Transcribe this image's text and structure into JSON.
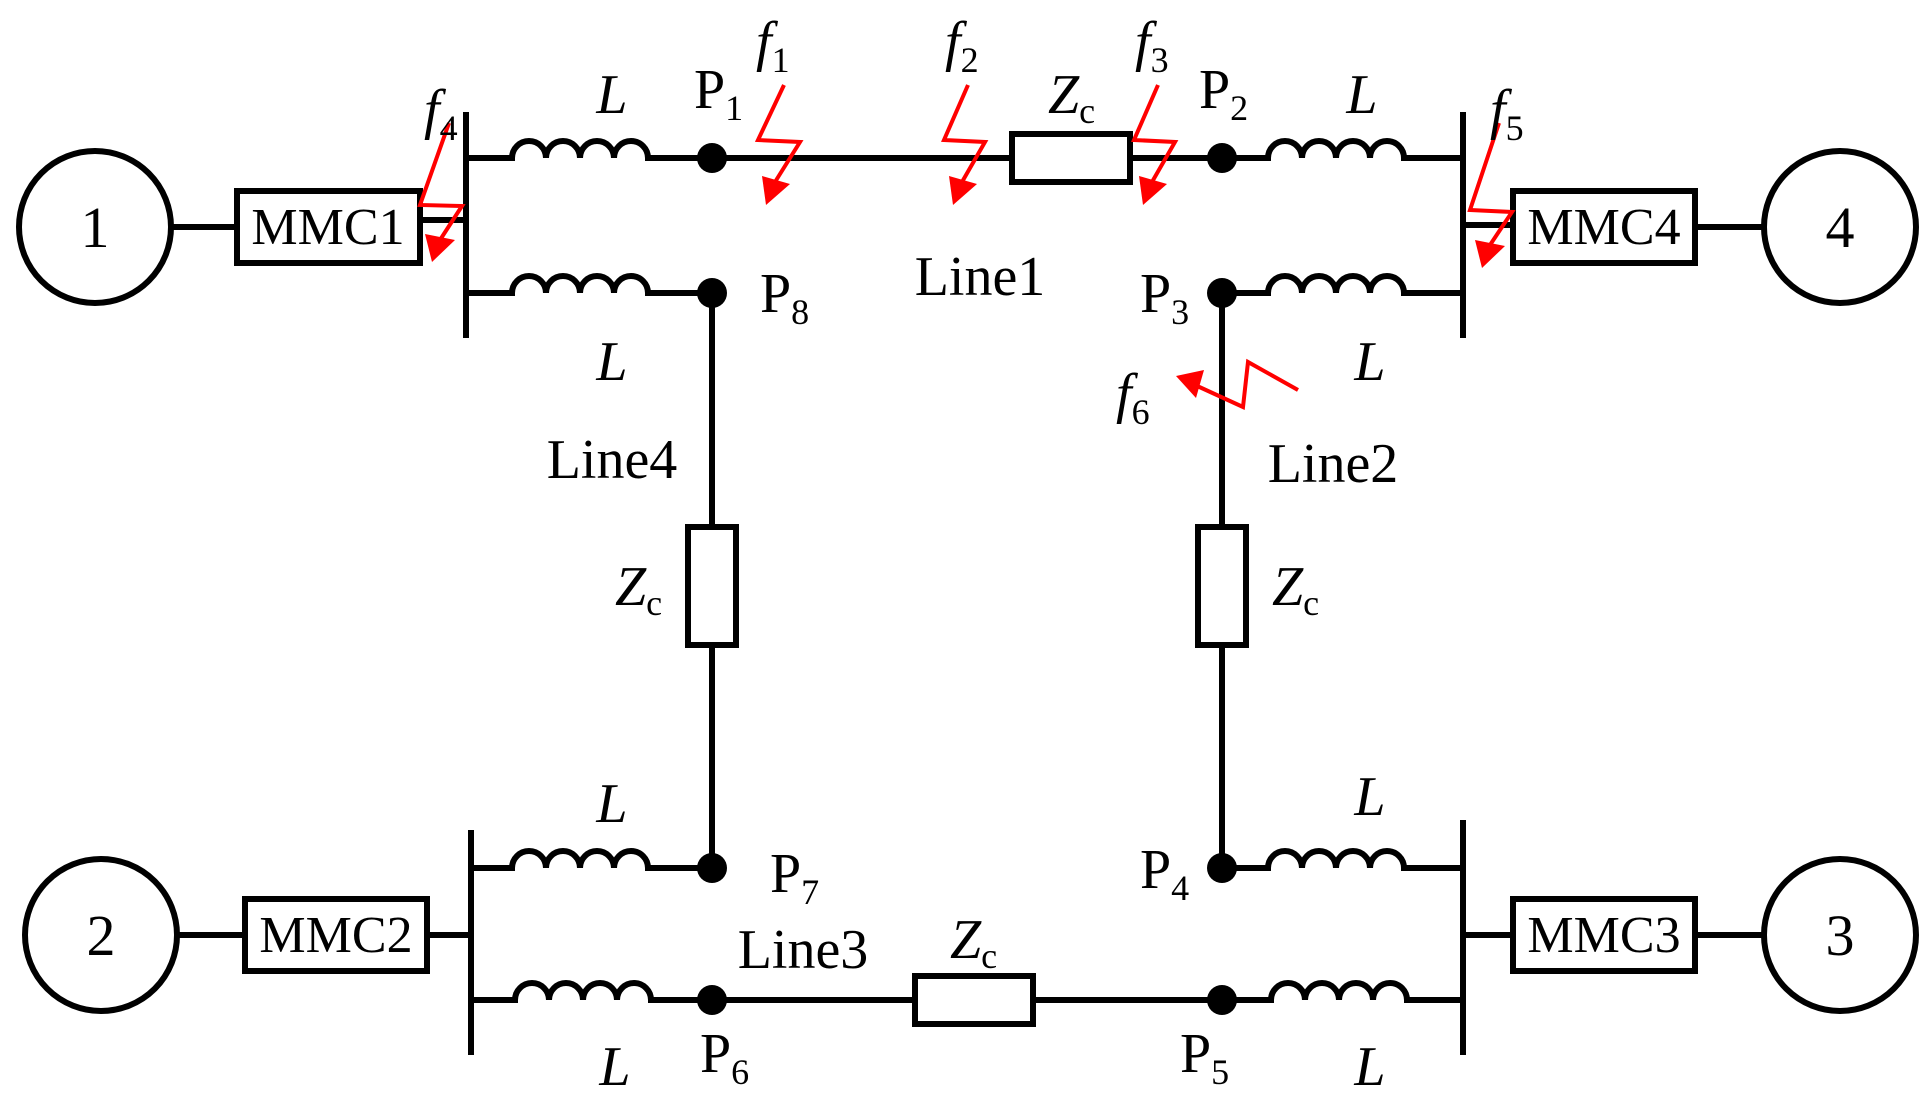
{
  "sources": [
    {
      "id": "source-1",
      "label": "1"
    },
    {
      "id": "source-2",
      "label": "2"
    },
    {
      "id": "source-3",
      "label": "3"
    },
    {
      "id": "source-4",
      "label": "4"
    }
  ],
  "converters": [
    {
      "id": "mmc1",
      "label": "MMC1"
    },
    {
      "id": "mmc2",
      "label": "MMC2"
    },
    {
      "id": "mmc3",
      "label": "MMC3"
    },
    {
      "id": "mmc4",
      "label": "MMC4"
    }
  ],
  "lines": [
    {
      "id": "line1",
      "label": "Line1"
    },
    {
      "id": "line2",
      "label": "Line2"
    },
    {
      "id": "line3",
      "label": "Line3"
    },
    {
      "id": "line4",
      "label": "Line4"
    }
  ],
  "points": [
    {
      "id": "p1",
      "base": "P",
      "sub": "1"
    },
    {
      "id": "p2",
      "base": "P",
      "sub": "2"
    },
    {
      "id": "p3",
      "base": "P",
      "sub": "3"
    },
    {
      "id": "p4",
      "base": "P",
      "sub": "4"
    },
    {
      "id": "p5",
      "base": "P",
      "sub": "5"
    },
    {
      "id": "p6",
      "base": "P",
      "sub": "6"
    },
    {
      "id": "p7",
      "base": "P",
      "sub": "7"
    },
    {
      "id": "p8",
      "base": "P",
      "sub": "8"
    }
  ],
  "faults": [
    {
      "id": "f1",
      "base": "f",
      "sub": "1"
    },
    {
      "id": "f2",
      "base": "f",
      "sub": "2"
    },
    {
      "id": "f3",
      "base": "f",
      "sub": "3"
    },
    {
      "id": "f4",
      "base": "f",
      "sub": "4"
    },
    {
      "id": "f5",
      "base": "f",
      "sub": "5"
    },
    {
      "id": "f6",
      "base": "f",
      "sub": "6"
    }
  ],
  "inductor_label": "L",
  "impedance_label": {
    "base": "Z",
    "sub": "c"
  },
  "colors": {
    "wire": "#000000",
    "fault": "#ff0000",
    "background": "#ffffff"
  }
}
